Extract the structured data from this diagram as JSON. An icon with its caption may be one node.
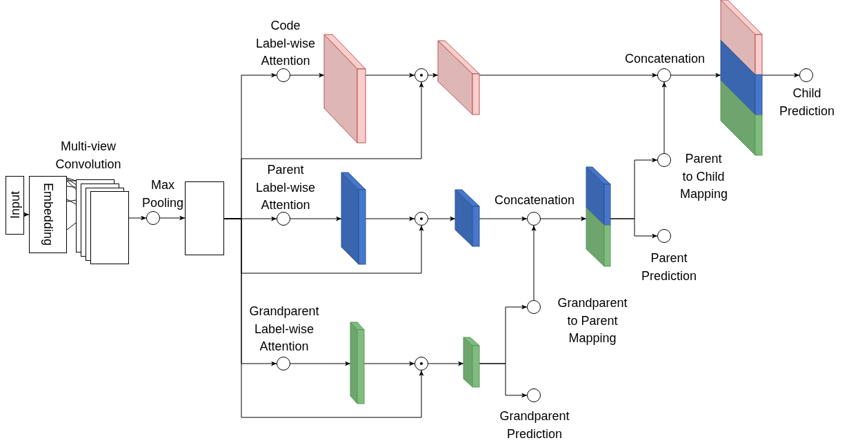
{
  "diagram": {
    "nodes": [
      {
        "text": [
          "Input"
        ]
      },
      {
        "text": [
          "Embedding"
        ]
      },
      {
        "text": [
          "Multi-view Convolution"
        ]
      },
      {
        "text": [
          "Max Pooling"
        ]
      },
      {
        "text": [],
        "shape": "box"
      },
      {
        "text": [
          "Code Label-wise Attention"
        ]
      },
      {
        "text": [],
        "shape": "bar"
      },
      {
        "text": [],
        "shape": "circle"
      },
      {
        "text": [],
        "shape": "bar"
      },
      {
        "text": [
          "Concatenation"
        ]
      },
      {
        "text": [],
        "shape": "bar"
      },
      {
        "text": [
          "Child Prediction"
        ]
      },
      {
        "text": [
          "Parent Label-wise Attention"
        ]
      },
      {
        "text": [],
        "shape": "bar"
      },
      {
        "text": [],
        "shape": "circle"
      },
      {
        "text": [],
        "shape": "bar"
      },
      {
        "text": [
          "Concatenation"
        ]
      },
      {
        "text": [],
        "shape": "bar"
      },
      {
        "text": [
          "Parent to Child Mapping"
        ]
      },
      {
        "text": [
          "Parent Prediction"
        ]
      },
      {
        "text": [
          "Grandparent Label-wise Attention"
        ]
      },
      {
        "text": [],
        "shape": "bar"
      },
      {
        "text": [],
        "shape": "circle"
      },
      {
        "text": [],
        "shape": "bar"
      },
      {
        "text": [
          "Grandparent to Parent Mapping"
        ]
      },
      {
        "text": [
          "Grandparent Prediction"
        ]
      }
    ],
    "edges": [
      {
        "from": 0,
        "to": 1,
        "arrow": "to"
      },
      {
        "from": 1,
        "to": 2,
        "arrow": "none"
      },
      {
        "from": 2,
        "to": 3,
        "arrow": "to"
      },
      {
        "from": 3,
        "to": 4,
        "arrow": "to"
      },
      {
        "from": 4,
        "to": 5,
        "arrow": "to"
      },
      {
        "from": 4,
        "to": 7,
        "arrow": "to"
      },
      {
        "from": 4,
        "to": 12,
        "arrow": "to"
      },
      {
        "from": 4,
        "to": 14,
        "arrow": "to"
      },
      {
        "from": 4,
        "to": 20,
        "arrow": "to"
      },
      {
        "from": 4,
        "to": 22,
        "arrow": "to"
      },
      {
        "from": 5,
        "to": 6,
        "arrow": "to"
      },
      {
        "from": 6,
        "to": 7,
        "arrow": "to"
      },
      {
        "from": 7,
        "to": 8,
        "arrow": "to"
      },
      {
        "from": 8,
        "to": 9,
        "arrow": "to"
      },
      {
        "from": 9,
        "to": 10,
        "arrow": "to"
      },
      {
        "from": 10,
        "to": 11,
        "arrow": "to"
      },
      {
        "from": 12,
        "to": 13,
        "arrow": "to"
      },
      {
        "from": 13,
        "to": 14,
        "arrow": "to"
      },
      {
        "from": 14,
        "to": 15,
        "arrow": "to"
      },
      {
        "from": 15,
        "to": 16,
        "arrow": "to"
      },
      {
        "from": 16,
        "to": 17,
        "arrow": "to"
      },
      {
        "from": 17,
        "to": 18,
        "arrow": "to"
      },
      {
        "from": 17,
        "to": 19,
        "arrow": "to"
      },
      {
        "from": 18,
        "to": 9,
        "arrow": "to"
      },
      {
        "from": 20,
        "to": 21,
        "arrow": "to"
      },
      {
        "from": 21,
        "to": 22,
        "arrow": "to"
      },
      {
        "from": 22,
        "to": 23,
        "arrow": "to"
      },
      {
        "from": 23,
        "to": 24,
        "arrow": "to"
      },
      {
        "from": 23,
        "to": 25,
        "arrow": "to"
      },
      {
        "from": 24,
        "to": 16,
        "arrow": "to"
      }
    ]
  }
}
